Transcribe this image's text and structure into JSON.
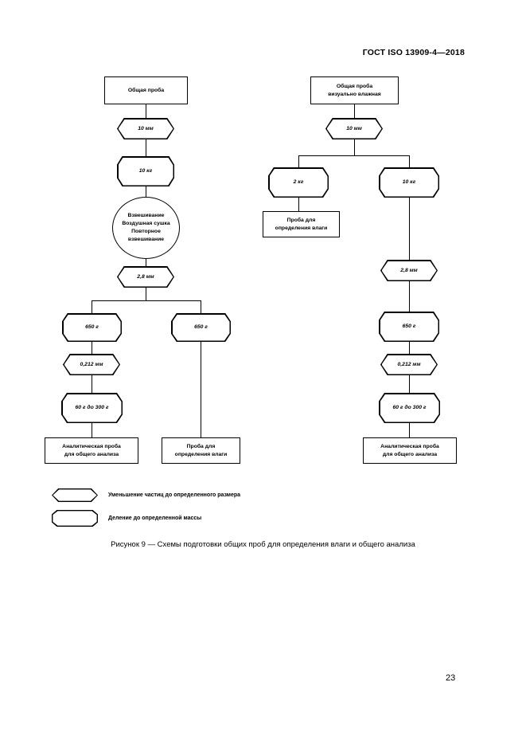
{
  "document": {
    "header": "ГОСТ ISO 13909-4—2018",
    "page_number": "23",
    "caption": "Рисунок 9 — Схемы подготовки общих проб для определения влаги и общего анализа"
  },
  "left_chart": {
    "source": "Общая проба",
    "size_reduction_1": "10 мм",
    "division_1": "10 кг",
    "process": "Взвешивание\nВоздушная сушка\nПовторное\nвзвешивание",
    "process_lines": [
      "Взвешивание",
      "Воздушная сушка",
      "Повторное",
      "взвешивание"
    ],
    "size_reduction_2": "2,8 мм",
    "division_left": "650 г",
    "division_right": "650 г",
    "size_reduction_3": "0,212 мм",
    "division_final": "60 г до 300 г",
    "terminal_left_lines": [
      "Аналитическая проба",
      "для общего анализа"
    ],
    "terminal_right_lines": [
      "Проба для",
      "определения влаги"
    ]
  },
  "right_chart": {
    "source_lines": [
      "Общая проба",
      "визуально влажная"
    ],
    "size_reduction_1": "10 мм",
    "division_left": "2 кг",
    "division_right": "10 кг",
    "terminal_moisture_lines": [
      "Проба для",
      "определения влаги"
    ],
    "size_reduction_2": "2,8 мм",
    "division_2": "650 г",
    "size_reduction_3": "0,212 мм",
    "division_final": "60 г до 300 г",
    "terminal_analysis_lines": [
      "Аналитическая проба",
      "для общего анализа"
    ]
  },
  "legend": {
    "items": [
      {
        "shape": "hexagon-shape",
        "label": "Уменьшение частиц до определенного размера"
      },
      {
        "shape": "octagon-shape",
        "label": "Деление  до определенной массы"
      }
    ]
  }
}
